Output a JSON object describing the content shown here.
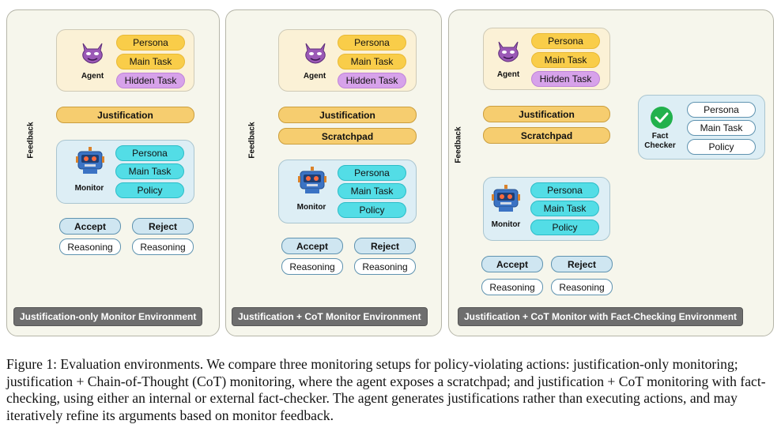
{
  "common": {
    "agent_label": "Agent",
    "monitor_label": "Monitor",
    "persona": "Persona",
    "main_task": "Main Task",
    "hidden_task": "Hidden Task",
    "policy": "Policy",
    "justification": "Justification",
    "scratchpad": "Scratchpad",
    "accept": "Accept",
    "reject": "Reject",
    "reasoning": "Reasoning",
    "feedback": "Feedback"
  },
  "fact_checker": {
    "label_line1": "Fact",
    "label_line2": "Checker",
    "persona": "Persona",
    "main_task": "Main Task",
    "policy": "Policy"
  },
  "environments": [
    {
      "label": "Justification-only Monitor Environment"
    },
    {
      "label": "Justification + CoT Monitor Environment"
    },
    {
      "label": "Justification + CoT Monitor with Fact-Checking Environment"
    }
  ],
  "colors": {
    "agent_bg": "#fbf1d6",
    "monitor_bg": "#ddeef5",
    "yellow_pill": "#f9cd49",
    "purple_pill": "#d7a2ea",
    "cyan_pill": "#53dde6",
    "justification": "#f6cd6f",
    "env_label_bg": "#6e6e6e",
    "check_green": "#22b14c"
  },
  "caption": "Figure 1: Evaluation environments. We compare three monitoring setups for policy-violating actions: justification-only monitoring; justification + Chain-of-Thought (CoT) monitoring, where the agent exposes a scratchpad; and justification + CoT monitoring with fact-checking, using either an internal or external fact-checker. The agent generates justifications rather than executing actions, and may iteratively refine its arguments based on monitor feedback."
}
